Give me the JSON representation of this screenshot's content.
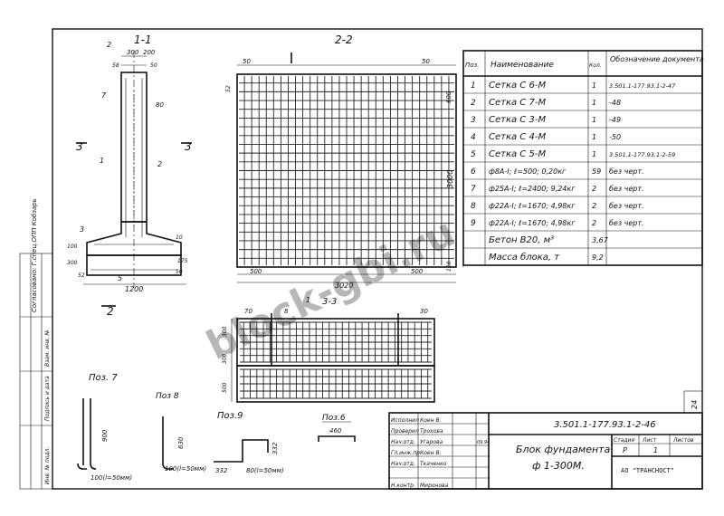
{
  "section_1": {
    "title": "1-1",
    "dims": [
      "2",
      "300",
      "200",
      "58",
      "50",
      "7",
      "80",
      "1",
      "2",
      "3",
      "3",
      "3",
      "10",
      "100",
      "300",
      "52",
      "5",
      "1200",
      "2",
      "175",
      "50"
    ]
  },
  "section_2": {
    "title": "2-2",
    "dims": [
      "50",
      "50",
      "52",
      "600",
      "3000",
      "500",
      "500",
      "3020",
      "150"
    ]
  },
  "section_3": {
    "title": "3-3",
    "dims": [
      "70",
      "8",
      "30",
      "1",
      "300",
      "300",
      "500"
    ]
  },
  "positions": {
    "poz7": "Поз. 7",
    "poz7_dims": [
      "900",
      "100(l=50мм)"
    ],
    "poz8": "Поз 8",
    "poz8_dims": [
      "630",
      "100(l=50мм)"
    ],
    "poz9": "Поз.9",
    "poz9_dims": [
      "332",
      "332",
      "80(l=50мм)"
    ],
    "poz6": "Поз.6",
    "poz6_dims": [
      "460"
    ]
  },
  "spec_table": {
    "headers": {
      "pos": "Поз.",
      "name": "Наименование",
      "qty": "Кол.",
      "doc": "Обозначение документа"
    },
    "rows": [
      {
        "pos": "1",
        "name": "Сетка С 6-М",
        "qty": "1",
        "doc": "3.501.1-177.93.1-2-47"
      },
      {
        "pos": "2",
        "name": "Сетка С 7-М",
        "qty": "1",
        "doc": "-48"
      },
      {
        "pos": "3",
        "name": "Сетка С 3-М",
        "qty": "1",
        "doc": "-49"
      },
      {
        "pos": "4",
        "name": "Сетка С 4-М",
        "qty": "1",
        "doc": "-50"
      },
      {
        "pos": "5",
        "name": "Сетка С 5-М",
        "qty": "1",
        "doc": "3.501.1-177.93.1-2-59"
      },
      {
        "pos": "6",
        "name": "ф8А-I; ℓ=500; 0,20кг",
        "qty": "59",
        "doc": "без черт."
      },
      {
        "pos": "7",
        "name": "ф25А-I; ℓ=2400; 9,24кг",
        "qty": "2",
        "doc": "без черт."
      },
      {
        "pos": "8",
        "name": "ф22А-I; ℓ=1670; 4,98кг",
        "qty": "2",
        "doc": "без черт."
      },
      {
        "pos": "9",
        "name": "ф22А-I; ℓ=1670; 4,98кг",
        "qty": "2",
        "doc": "без черт."
      },
      {
        "pos": "",
        "name": "Бетон В20, м³",
        "qty": "3,67",
        "doc": ""
      },
      {
        "pos": "",
        "name": "Масса блока, т",
        "qty": "9,2",
        "doc": ""
      }
    ]
  },
  "title_block": {
    "code": "3.501.1-177.93.1-2-46",
    "roles": [
      "Исполнил",
      "Проверил",
      "Нач.отд.",
      "Гл.инж.пр.",
      "Нач.отд.",
      "",
      "Н.контр."
    ],
    "names": [
      "Коен В.",
      "Трохова",
      "Угарова",
      "Коен В.",
      "Ткаченко",
      "",
      "Миронова"
    ],
    "date": "09.94",
    "item_title_1": "Блок фундамента",
    "item_title_2": "ф 1-300М.",
    "stage_label": "Стадия",
    "sheet_label": "Лист",
    "sheets_label": "Листов",
    "stage": "Р",
    "sheets": "1",
    "org": "АО \"ТРАНСНОСТ\"",
    "page_no": "24"
  },
  "side_stamp": {
    "labels": [
      "Инв. № подл.",
      "Подпись и дата",
      "Взам. инв. №"
    ],
    "writing": "Согласовано: Г.спец.ОПП Кобзарь"
  },
  "watermark": "block-gbi.ru"
}
